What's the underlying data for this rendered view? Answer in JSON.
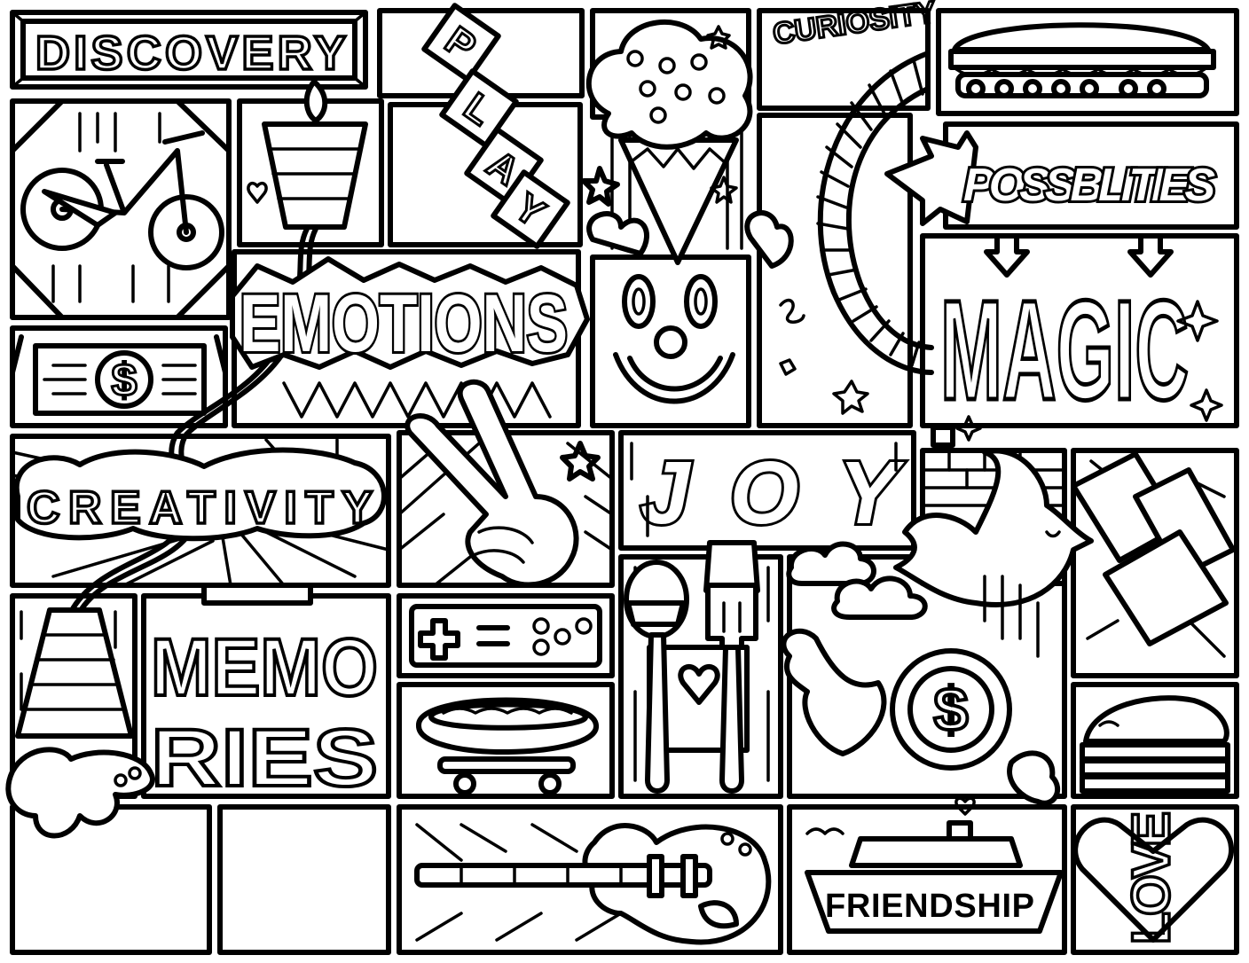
{
  "artwork": {
    "words": {
      "discovery": "DISCOVERY",
      "play": [
        "P",
        "L",
        "A",
        "Y"
      ],
      "possibilities": "POSSBLITIES",
      "magic": "MAGIC",
      "emotions": "EMOTIONS",
      "creativity": "CREATIVITY",
      "joy": "JOY",
      "memo": "MEMO",
      "ries": "RIES",
      "friendship": "FRIENDSHIP",
      "curiosity": "CURIOSITY",
      "dollar": "$",
      "love": "LOVE"
    },
    "colors": {
      "ink": "#000000",
      "paper": "#ffffff"
    }
  }
}
